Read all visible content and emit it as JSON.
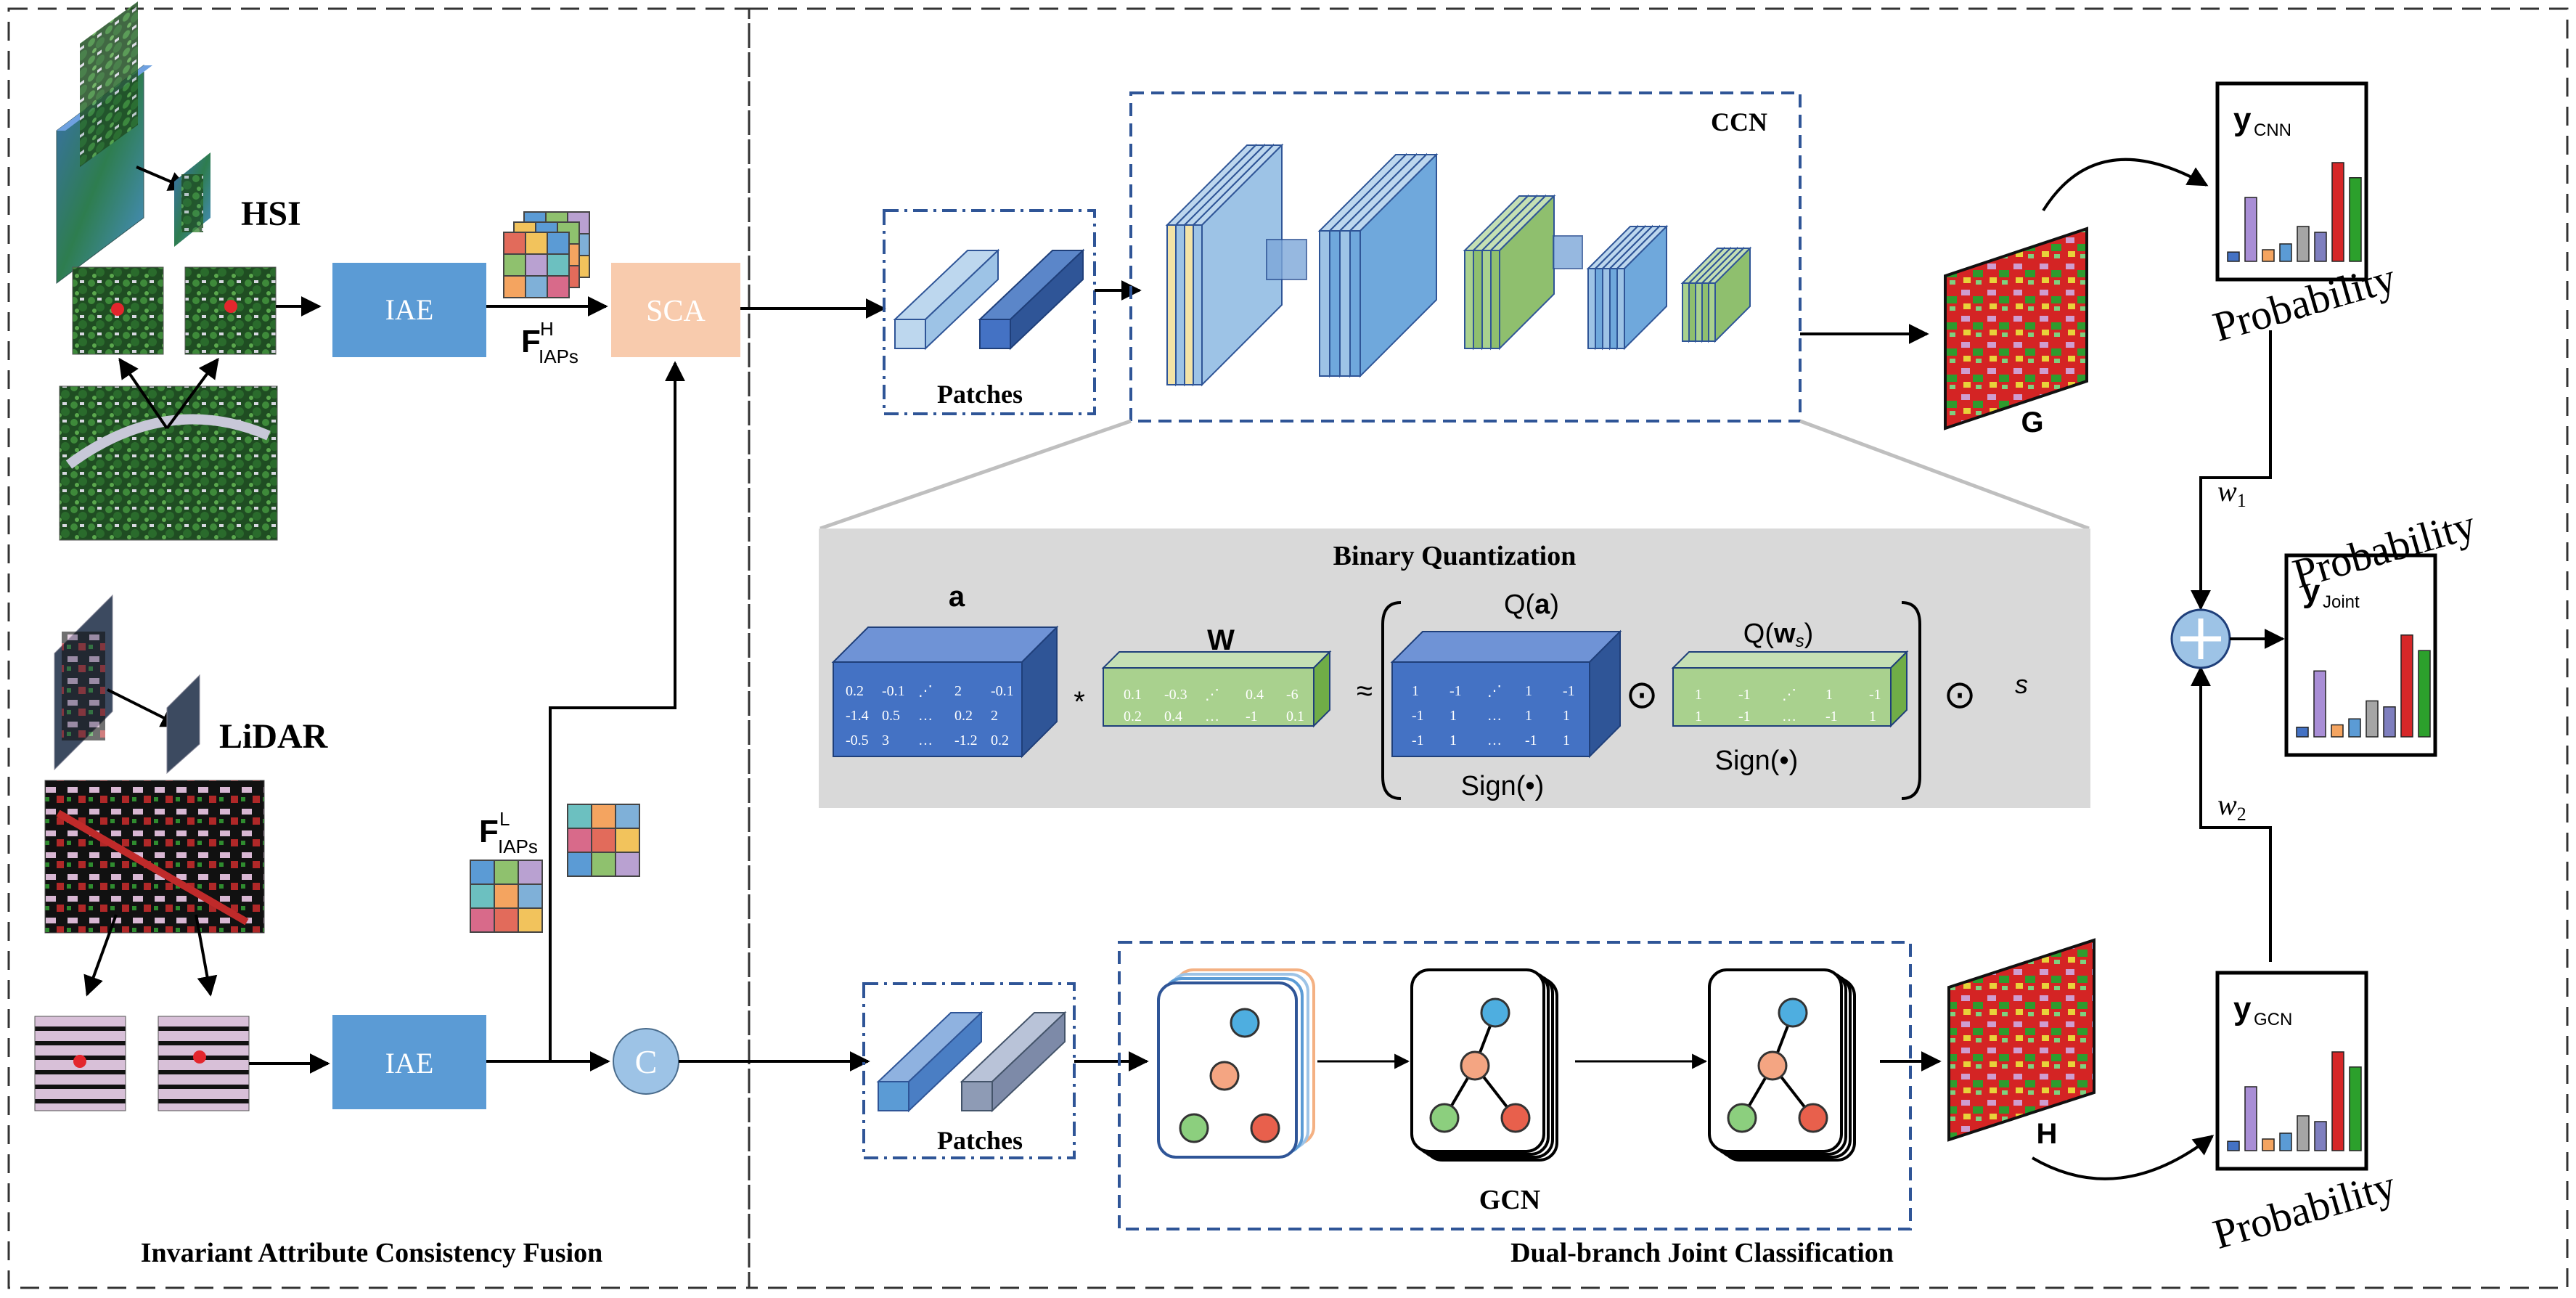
{
  "sections": {
    "left_caption": "Invariant Attribute Consistency Fusion",
    "right_caption": "Dual-branch Joint Classification"
  },
  "inputs": {
    "hsi_label": "HSI",
    "lidar_label": "LiDAR"
  },
  "modules": {
    "iae_top": "IAE",
    "iae_bottom": "IAE",
    "sca": "SCA",
    "concat": "C",
    "ccn": "CCN",
    "gcn": "GCN",
    "patches_top": "Patches",
    "patches_bottom": "Patches"
  },
  "features": {
    "f_h_main": "F",
    "f_h_sup": "H",
    "f_h_sub": "IAPs",
    "f_l_main": "F",
    "f_l_sup": "L",
    "f_l_sub": "IAPs"
  },
  "maps": {
    "g_label": "G",
    "h_label": "H"
  },
  "quant": {
    "title": "Binary Quantization",
    "a_label": "a",
    "w_label": "W",
    "a_matrix": [
      [
        "0.2",
        "-0.1",
        "⋰",
        "2",
        "-0.1"
      ],
      [
        "-1.4",
        "0.5",
        "…",
        "0.2",
        "2"
      ],
      [
        "-0.5",
        "3",
        "…",
        "-1.2",
        "0.2"
      ]
    ],
    "w_matrix": [
      [
        "0.1",
        "-0.3",
        "⋰",
        "0.4",
        "-6"
      ],
      [
        "0.2",
        "0.4",
        "…",
        "-1",
        "0.1"
      ]
    ],
    "qa_matrix": [
      [
        "1",
        "-1",
        "⋰",
        "1",
        "-1"
      ],
      [
        "-1",
        "1",
        "…",
        "1",
        "1"
      ],
      [
        "-1",
        "1",
        "…",
        "-1",
        "1"
      ]
    ],
    "qw_matrix": [
      [
        "1",
        "-1",
        "⋰",
        "1",
        "-1"
      ],
      [
        "1",
        "-1",
        "…",
        "-1",
        "1"
      ]
    ],
    "star": "*",
    "approx": "≈",
    "qa_label_prefix": "Q(",
    "qa_label_bold": "a",
    "qa_label_suffix": ")",
    "qw_label_prefix": "Q(",
    "qw_label_bold": "w",
    "qw_label_sub": "s",
    "qw_label_suffix": ")",
    "sign_a": "Sign(•)",
    "sign_w": "Sign(•)",
    "odot1": "⊙",
    "odot2": "⊙",
    "scale": "s"
  },
  "outputs": {
    "cnn_y": "y",
    "cnn_sub": "CNN",
    "cnn_prob": "Probability",
    "joint_y": "y",
    "joint_sub": "Joint",
    "joint_prob": "Probability",
    "gcn_y": "y",
    "gcn_sub": "GCN",
    "gcn_prob": "Probability",
    "w1": "w",
    "w1_sub": "1",
    "w2": "w",
    "w2_sub": "2"
  },
  "colors": {
    "iae": "#5b9bd5",
    "sca": "#f8cbad",
    "concat": "#9dc3e6",
    "quant_bg": "#d9d9d9",
    "cube_blue": "#4472c4",
    "cube_green": "#a9d18e",
    "dash_blue": "#2f5597"
  }
}
